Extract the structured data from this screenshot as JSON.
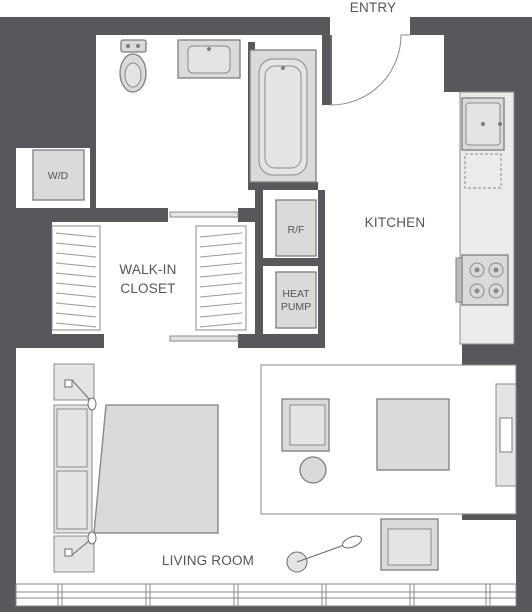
{
  "labels": {
    "entry": "ENTRY",
    "kitchen": "KITCHEN",
    "wd": "W/D",
    "rf": "R/F",
    "walkin_line1": "WALK-IN",
    "walkin_line2": "CLOSET",
    "heatpump_line1": "HEAT",
    "heatpump_line2": "PUMP",
    "living_room": "LIVING ROOM"
  },
  "colors": {
    "wall": "#58585c",
    "fixture": "#dadada",
    "outline": "#7e7e7e",
    "label": "#555555"
  }
}
